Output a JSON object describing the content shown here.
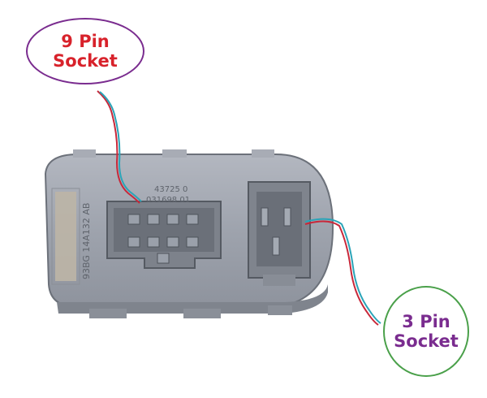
{
  "labels": {
    "nine_pin": {
      "line1": "9 Pin",
      "line2": "Socket"
    },
    "three_pin": {
      "line1": "3 Pin",
      "line2": "Socket"
    }
  },
  "part_markings": {
    "part_number": "93BG 14A132 AB",
    "code_a": "43725 0",
    "code_b": "031698 01"
  },
  "colors": {
    "nine_pin_text": "#d8222b",
    "nine_pin_border": "#7a2c8f",
    "three_pin_text": "#7a2c8f",
    "three_pin_border": "#4aa04a",
    "wire_red": "#c8283a",
    "wire_teal": "#2aa4b8",
    "housing": "#9ea3ad"
  }
}
